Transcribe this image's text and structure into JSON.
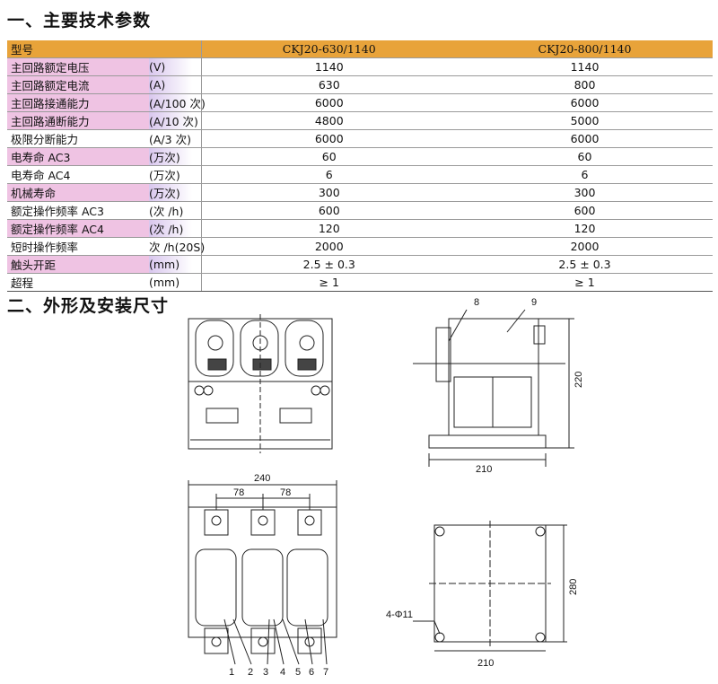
{
  "section1_title": "一、主要技术参数",
  "section2_title": "二、外形及安装尺寸",
  "table": {
    "header": {
      "param": "型号",
      "unit": "",
      "col1": "CKJ20-630/1140",
      "col2": "CKJ20-800/1140"
    },
    "rows": [
      {
        "param": "主回路额定电压",
        "unit": "(V)",
        "v1": "1140",
        "v2": "1140",
        "hl": true
      },
      {
        "param": "主回路额定电流",
        "unit": "(A)",
        "v1": "630",
        "v2": "800",
        "hl": true
      },
      {
        "param": "主回路接通能力",
        "unit": "(A/100 次)",
        "v1": "6000",
        "v2": "6000",
        "hl": true
      },
      {
        "param": "主回路通断能力",
        "unit": "(A/10 次)",
        "v1": "4800",
        "v2": "5000",
        "hl": true
      },
      {
        "param": "极限分断能力",
        "unit": "(A/3 次)",
        "v1": "6000",
        "v2": "6000",
        "hl": false
      },
      {
        "param": "电寿命 AC3",
        "unit": "(万次)",
        "v1": "60",
        "v2": "60",
        "hl": true
      },
      {
        "param": "电寿命 AC4",
        "unit": "(万次)",
        "v1": "6",
        "v2": "6",
        "hl": false
      },
      {
        "param": "机械寿命",
        "unit": "(万次)",
        "v1": "300",
        "v2": "300",
        "hl": true
      },
      {
        "param": "额定操作频率 AC3",
        "unit": "(次 /h)",
        "v1": "600",
        "v2": "600",
        "hl": false
      },
      {
        "param": "额定操作频率 AC4",
        "unit": "(次 /h)",
        "v1": "120",
        "v2": "120",
        "hl": true
      },
      {
        "param": "短时操作频率",
        "unit": "次 /h(20S)",
        "v1": "2000",
        "v2": "2000",
        "hl": false
      },
      {
        "param": "触头开距",
        "unit": "(mm)",
        "v1": "2.5 ± 0.3",
        "v2": "2.5 ± 0.3",
        "hl": true
      },
      {
        "param": "超程",
        "unit": "(mm)",
        "v1": "≥ 1",
        "v2": "≥ 1",
        "hl": false
      }
    ]
  },
  "drawing_labels": {
    "side_8": "8",
    "side_9": "9",
    "dim_220": "220",
    "dim_210_side": "210",
    "dim_240": "240",
    "dim_78a": "78",
    "dim_78b": "78",
    "parts": [
      "1",
      "2",
      "3",
      "4",
      "5",
      "6",
      "7"
    ],
    "dim_280": "280",
    "hole": "4-Φ11",
    "dim_210_base": "210"
  }
}
